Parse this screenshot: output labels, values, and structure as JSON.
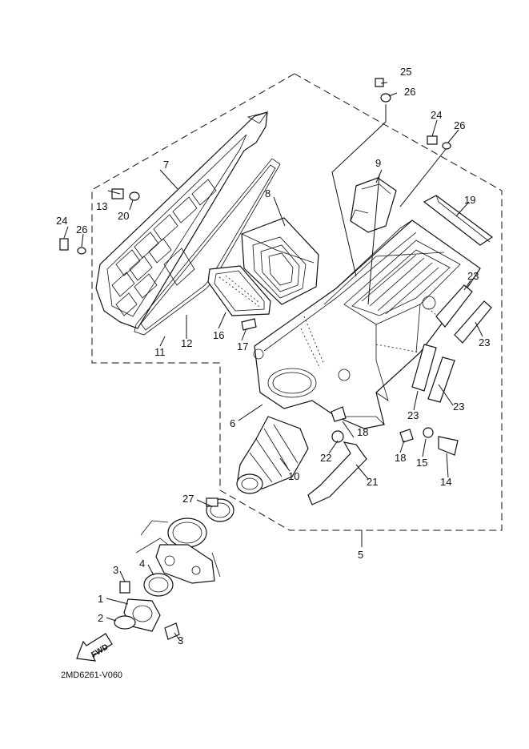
{
  "diagram_code": "2MD6261-V060",
  "direction_arrow": "FWD",
  "callouts": [
    {
      "id": "c1",
      "label": "1"
    },
    {
      "id": "c2",
      "label": "2"
    },
    {
      "id": "c3a",
      "label": "3"
    },
    {
      "id": "c3b",
      "label": "3"
    },
    {
      "id": "c4",
      "label": "4"
    },
    {
      "id": "c5",
      "label": "5"
    },
    {
      "id": "c6",
      "label": "6"
    },
    {
      "id": "c7",
      "label": "7"
    },
    {
      "id": "c8",
      "label": "8"
    },
    {
      "id": "c9",
      "label": "9"
    },
    {
      "id": "c10",
      "label": "10"
    },
    {
      "id": "c11",
      "label": "11"
    },
    {
      "id": "c12",
      "label": "12"
    },
    {
      "id": "c13",
      "label": "13"
    },
    {
      "id": "c14",
      "label": "14"
    },
    {
      "id": "c15",
      "label": "15"
    },
    {
      "id": "c16",
      "label": "16"
    },
    {
      "id": "c17",
      "label": "17"
    },
    {
      "id": "c18a",
      "label": "18"
    },
    {
      "id": "c18b",
      "label": "18"
    },
    {
      "id": "c19",
      "label": "19"
    },
    {
      "id": "c20",
      "label": "20"
    },
    {
      "id": "c21",
      "label": "21"
    },
    {
      "id": "c22",
      "label": "22"
    },
    {
      "id": "c23a",
      "label": "23"
    },
    {
      "id": "c23b",
      "label": "23"
    },
    {
      "id": "c23c",
      "label": "23"
    },
    {
      "id": "c23d",
      "label": "23"
    },
    {
      "id": "c24a",
      "label": "24"
    },
    {
      "id": "c24b",
      "label": "24"
    },
    {
      "id": "c25",
      "label": "25"
    },
    {
      "id": "c26a",
      "label": "26"
    },
    {
      "id": "c26b",
      "label": "26"
    },
    {
      "id": "c26c",
      "label": "26"
    },
    {
      "id": "c27",
      "label": "27"
    }
  ]
}
